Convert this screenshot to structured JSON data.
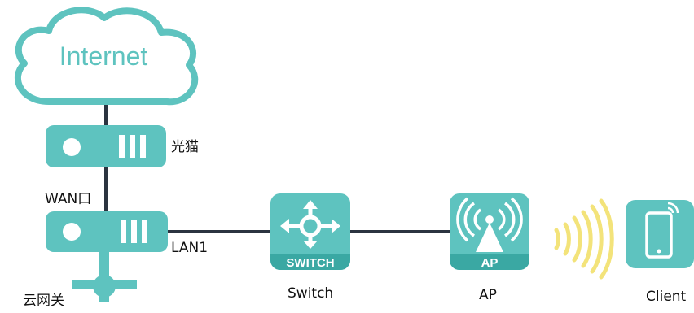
{
  "colors": {
    "teal": "#5ec3bf",
    "teal_dark": "#3aa8a3",
    "line": "#2b3440",
    "wifi": "#f3e37a"
  },
  "cloud": {
    "label": "Internet"
  },
  "modem": {
    "label": "光猫",
    "icon": "modem-icon"
  },
  "gateway": {
    "label": "云网关",
    "wan_label": "WAN口",
    "lan_label": "LAN1",
    "icon": "gateway-icon"
  },
  "switch": {
    "badge": "SWITCH",
    "label": "Switch",
    "icon": "switch-icon"
  },
  "ap": {
    "badge": "AP",
    "label": "AP",
    "icon": "access-point-icon"
  },
  "client": {
    "label": "Client",
    "icon": "smartphone-icon"
  }
}
